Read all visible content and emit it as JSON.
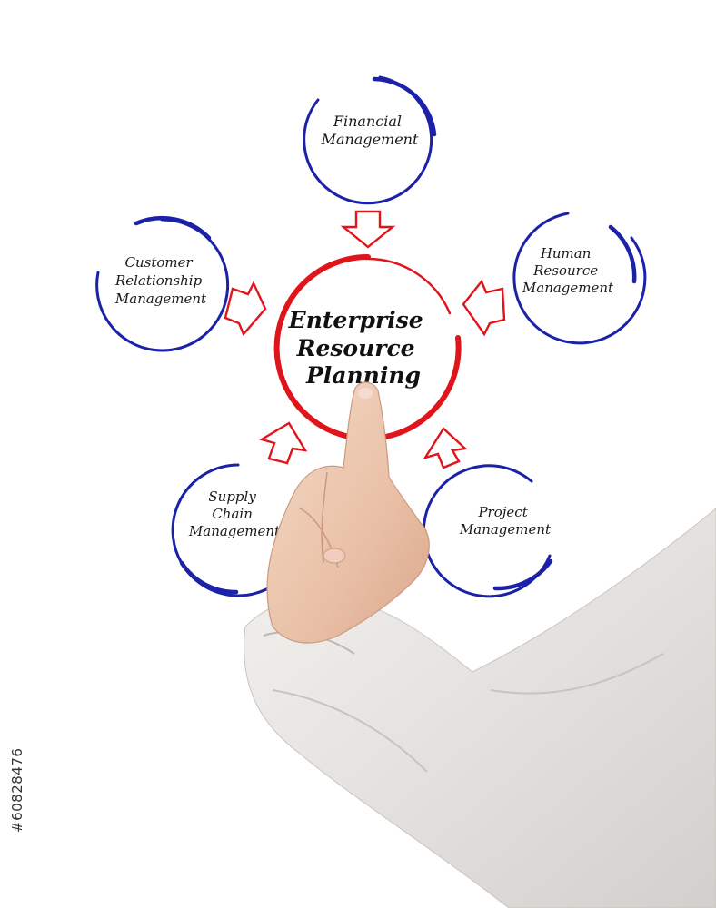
{
  "diagram": {
    "center": {
      "lines": [
        "Enterprise",
        "Resource",
        "Planning"
      ],
      "color": "#e0151b"
    },
    "nodes": [
      {
        "id": "financial",
        "lines": [
          "Financial",
          "Management"
        ]
      },
      {
        "id": "human-resource",
        "lines": [
          "Human",
          "Resource",
          "Management"
        ]
      },
      {
        "id": "project",
        "lines": [
          "Project",
          "Management"
        ]
      },
      {
        "id": "supply-chain",
        "lines": [
          "Supply",
          "Chain",
          "Management"
        ]
      },
      {
        "id": "customer-relationship",
        "lines": [
          "Customer",
          "Relationship",
          "Management"
        ]
      }
    ],
    "node_color": "#1b22a8",
    "arrow_color": "#e0151b"
  },
  "watermark": {
    "stock_id": "#60828476"
  }
}
